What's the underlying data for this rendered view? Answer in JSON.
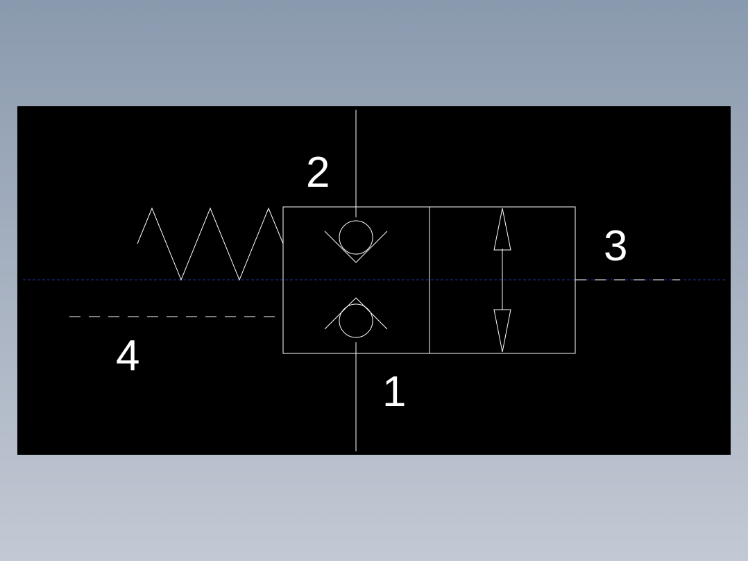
{
  "diagram": {
    "ports": {
      "port_1": "1",
      "port_2": "2",
      "port_3": "3",
      "port_4": "4"
    },
    "colors": {
      "background": "#000000",
      "stroke": "#ffffff",
      "centerline": "#1f2fa0"
    },
    "symbols": {
      "spring": "spring-icon",
      "check_valve_upper": "check-valve-icon",
      "check_valve_lower": "check-valve-icon",
      "double_arrow": "double-arrow-icon"
    }
  }
}
